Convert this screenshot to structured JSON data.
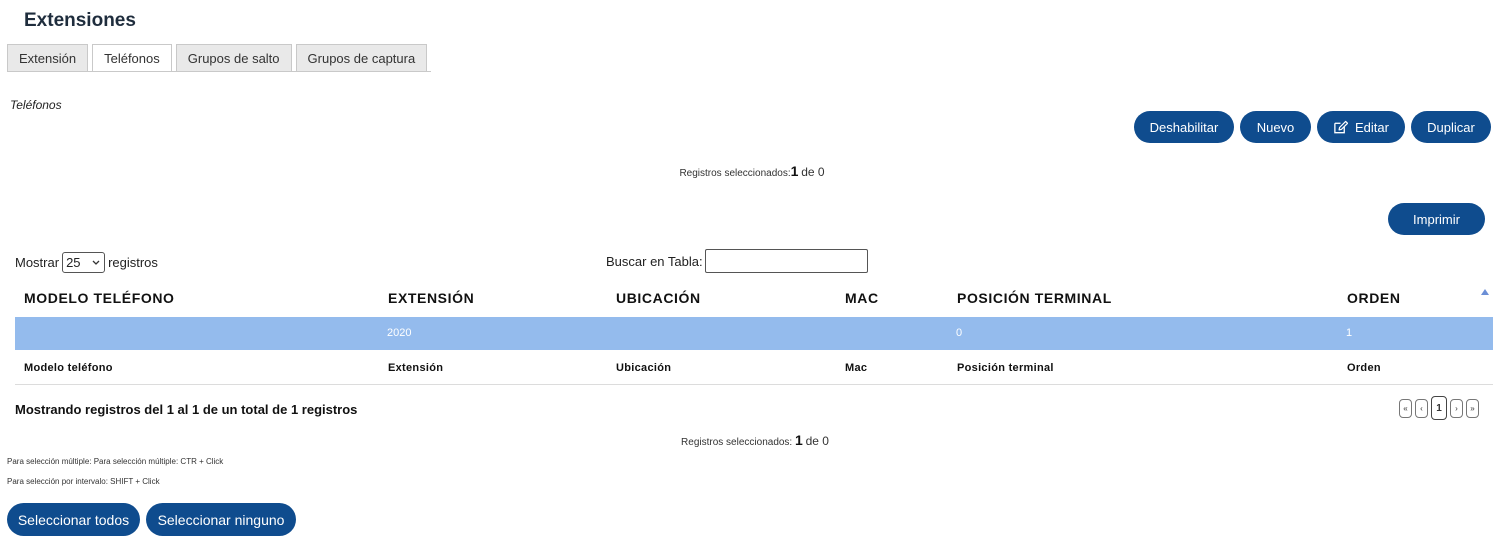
{
  "page_title": "Extensiones",
  "tabs": [
    {
      "label": "Extensión",
      "active": false
    },
    {
      "label": "Teléfonos",
      "active": true
    },
    {
      "label": "Grupos de salto",
      "active": false
    },
    {
      "label": "Grupos de captura",
      "active": false
    }
  ],
  "section_title": "Teléfonos",
  "toolbar": {
    "disable_label": "Deshabilitar",
    "new_label": "Nuevo",
    "edit_label": "Editar",
    "duplicate_label": "Duplicar",
    "print_label": "Imprimir"
  },
  "selected_top": {
    "prefix": "Registros seleccionados:",
    "count": "1",
    "suffix": "de 0"
  },
  "length_control": {
    "prefix": "Mostrar",
    "value": "25",
    "suffix": "registros"
  },
  "search": {
    "label": "Buscar en Tabla:",
    "value": ""
  },
  "table": {
    "headers": [
      "MODELO TELÉFONO",
      "EXTENSIÓN",
      "UBICACIÓN",
      "MAC",
      "POSICIÓN TERMINAL",
      "ORDEN"
    ],
    "rows": [
      [
        "",
        "2020",
        "",
        "",
        "0",
        "1"
      ]
    ],
    "footers": [
      "Modelo teléfono",
      "Extensión",
      "Ubicación",
      "Mac",
      "Posición terminal",
      "Orden"
    ]
  },
  "info": "Mostrando registros del 1 al 1 de un total de 1 registros",
  "pagination": {
    "first": "«",
    "prev": "‹",
    "current": "1",
    "next": "›",
    "last": "»"
  },
  "selected_bottom": {
    "prefix": "Registros seleccionados:",
    "count": "1",
    "suffix": "de 0"
  },
  "notes": {
    "multiple": "Para selección múltiple: Para selección múltiple: CTR + Click",
    "interval": "Para selección por intervalo: SHIFT + Click"
  },
  "select_all_label": "Seleccionar todos",
  "select_none_label": "Seleccionar ninguno",
  "colors": {
    "primary": "#0f4c8e",
    "selected_row": "#94bbed"
  }
}
